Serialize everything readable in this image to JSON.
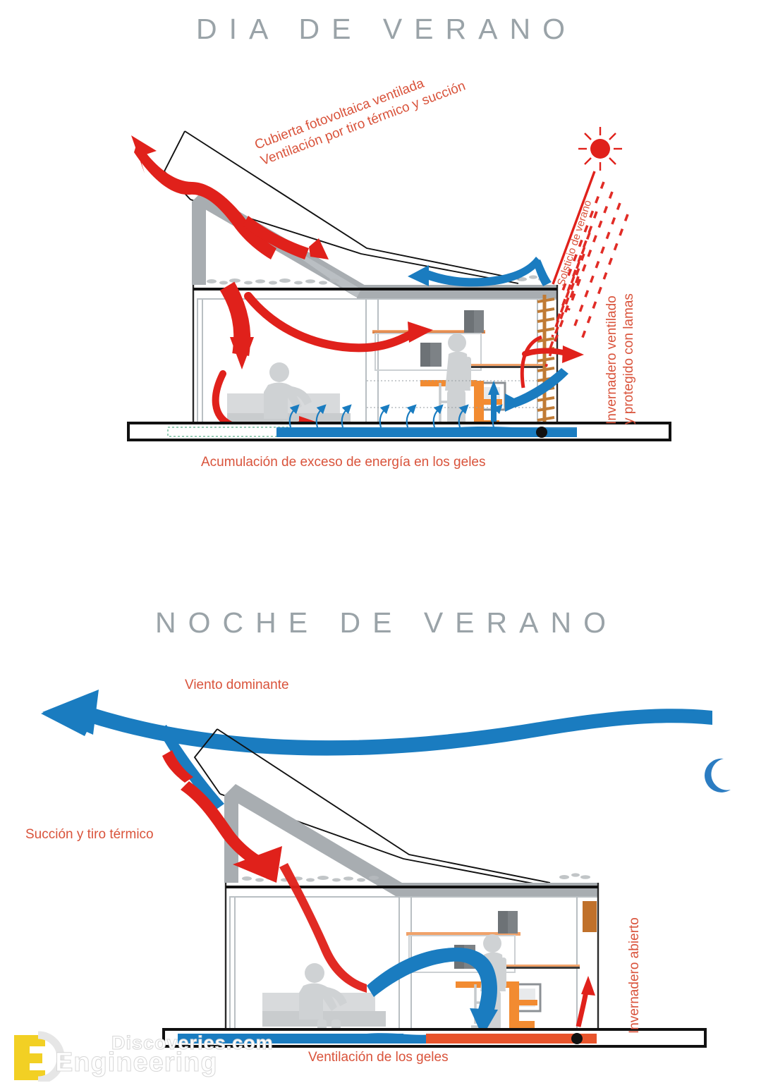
{
  "page": {
    "background": "#ffffff",
    "title_color": "#9aa3a8",
    "label_color": "#d9533b",
    "accent_red": "#e0211b",
    "accent_blue": "#1a7cc0",
    "accent_orange": "#f08a2a",
    "structure_grey": "#a8adb1"
  },
  "scenes": [
    {
      "id": "summer-day",
      "title": "DIA DE VERANO",
      "labels": {
        "roof_line1": "Cubierta fotovoltaica ventilada",
        "roof_line2": "Ventilación por tiro térmico y succión",
        "solstice": "Solsticio de verano",
        "greenhouse_line1": "Invernadero ventilado",
        "greenhouse_line2": "y protegido con lamas",
        "floor": "Acumulación de exceso de energía en los geles"
      },
      "icons": {
        "sun": "sun-icon",
        "sun_color": "#e0211b"
      }
    },
    {
      "id": "summer-night",
      "title": "NOCHE DE VERANO",
      "labels": {
        "wind": "Viento dominante",
        "suction": "Succión y tiro térmico",
        "greenhouse": "Invernadero abierto",
        "floor": "Ventilación de los geles"
      },
      "icons": {
        "moon": "moon-icon",
        "moon_color": "#2b7cc2"
      }
    }
  ],
  "watermark": {
    "brand_top": "Discoveries.com",
    "brand_bottom": "Engineering",
    "mark_color": "#f2d024"
  }
}
